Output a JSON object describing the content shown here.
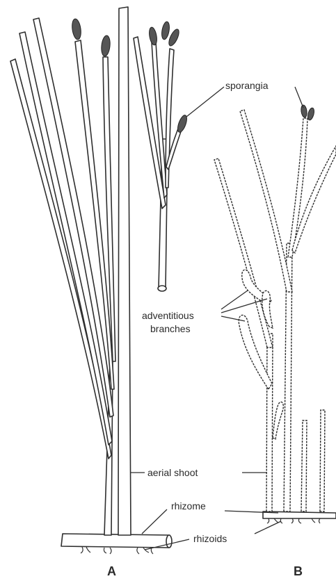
{
  "labels": {
    "sporangia": "sporangia",
    "adventitious_line1": "adventitious",
    "adventitious_line2": "branches",
    "aerial_shoot": "aerial shoot",
    "rhizome": "rhizome",
    "rhizoids": "rhizoids"
  },
  "panels": {
    "a": "A",
    "b": "B"
  }
}
